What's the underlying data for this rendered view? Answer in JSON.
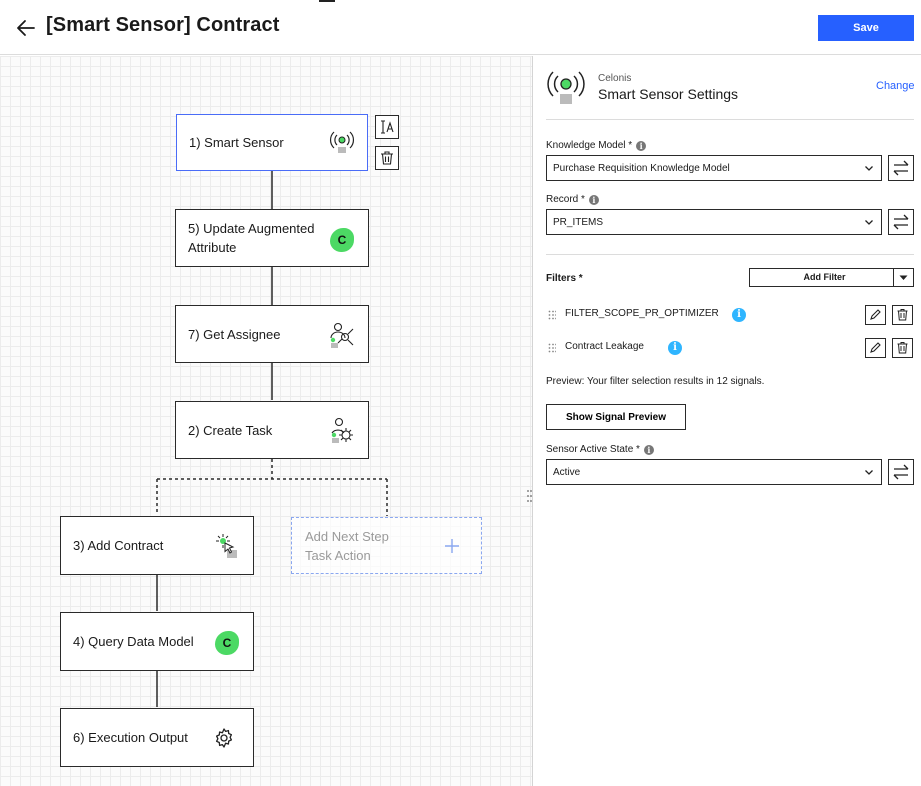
{
  "header": {
    "title": "[Smart Sensor] Contract",
    "save_label": "Save"
  },
  "canvas": {
    "nodes": [
      {
        "label": "1) Smart Sensor",
        "icon": "broadcast-icon",
        "selected": true
      },
      {
        "label_line1": "5) Update Augmented",
        "label_line2": "Attribute",
        "icon": "celonis-c-icon"
      },
      {
        "label": "7) Get Assignee",
        "icon": "user-network-icon"
      },
      {
        "label": "2) Create Task",
        "icon": "user-gear-icon"
      },
      {
        "label": "3) Add Contract",
        "icon": "cursor-click-icon"
      },
      {
        "label": "4) Query Data Model",
        "icon": "celonis-c-icon"
      },
      {
        "label": "6) Execution Output",
        "icon": "gear-icon"
      }
    ],
    "next_step": {
      "line1": "Add Next Step",
      "line2": "Task Action"
    },
    "c_letter": "C"
  },
  "panel": {
    "vendor": "Celonis",
    "title": "Smart Sensor Settings",
    "change_label": "Change",
    "knowledge_model": {
      "label": "Knowledge Model *",
      "value": "Purchase Requisition Knowledge Model"
    },
    "record": {
      "label": "Record *",
      "value": "PR_ITEMS"
    },
    "filters": {
      "label": "Filters *",
      "add_label": "Add Filter",
      "items": [
        {
          "name": "FILTER_SCOPE_PR_OPTIMIZER"
        },
        {
          "name": "Contract Leakage"
        }
      ]
    },
    "preview_text": "Preview: Your filter selection results in 12 signals.",
    "preview_button": "Show Signal Preview",
    "active_state": {
      "label": "Sensor Active State *",
      "value": "Active"
    },
    "info_glyph": "i"
  },
  "colors": {
    "accent": "#2660ff",
    "celonis_green": "#4cd964",
    "info_cyan": "#2fb5ff",
    "selected_border": "#4a6cf7"
  }
}
